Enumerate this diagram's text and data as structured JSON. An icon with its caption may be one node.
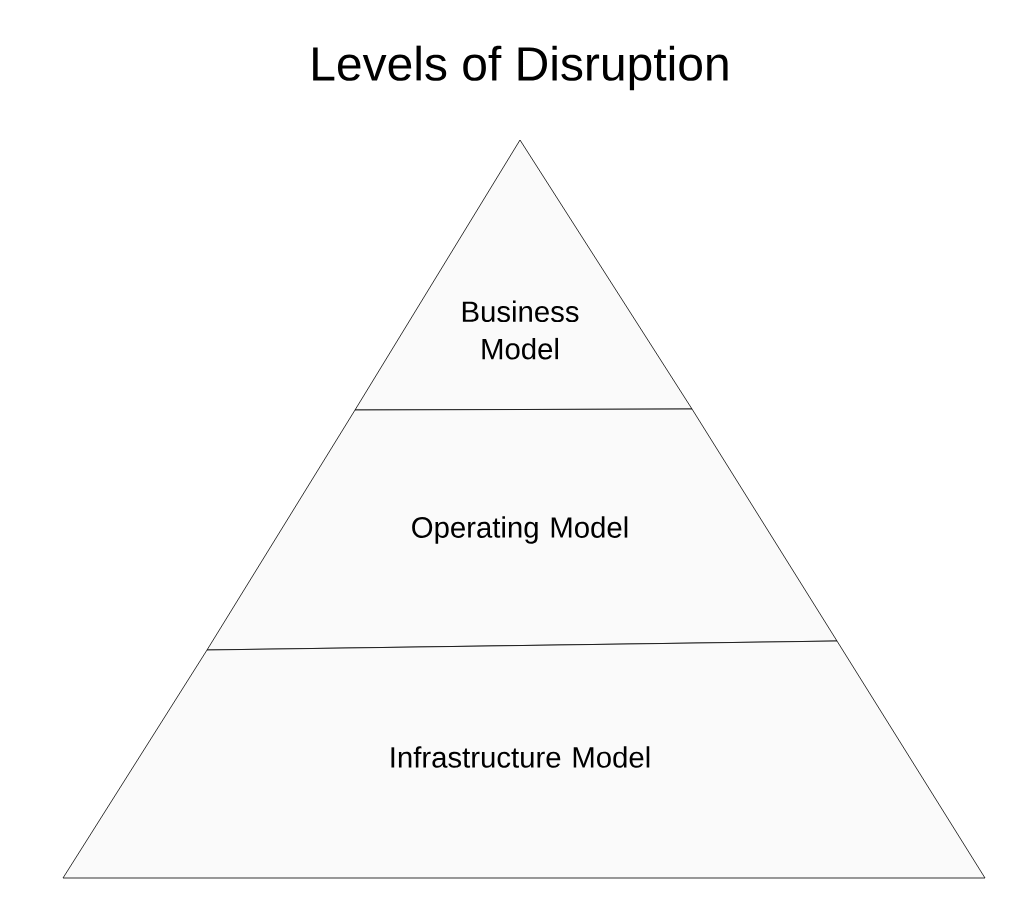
{
  "diagram": {
    "title": "Levels of Disruption",
    "nodes": [
      {
        "text": [
          "Business Model"
        ]
      },
      {
        "text": [
          "Operating Model"
        ]
      },
      {
        "text": [
          "Infrastructure Model"
        ]
      }
    ]
  }
}
